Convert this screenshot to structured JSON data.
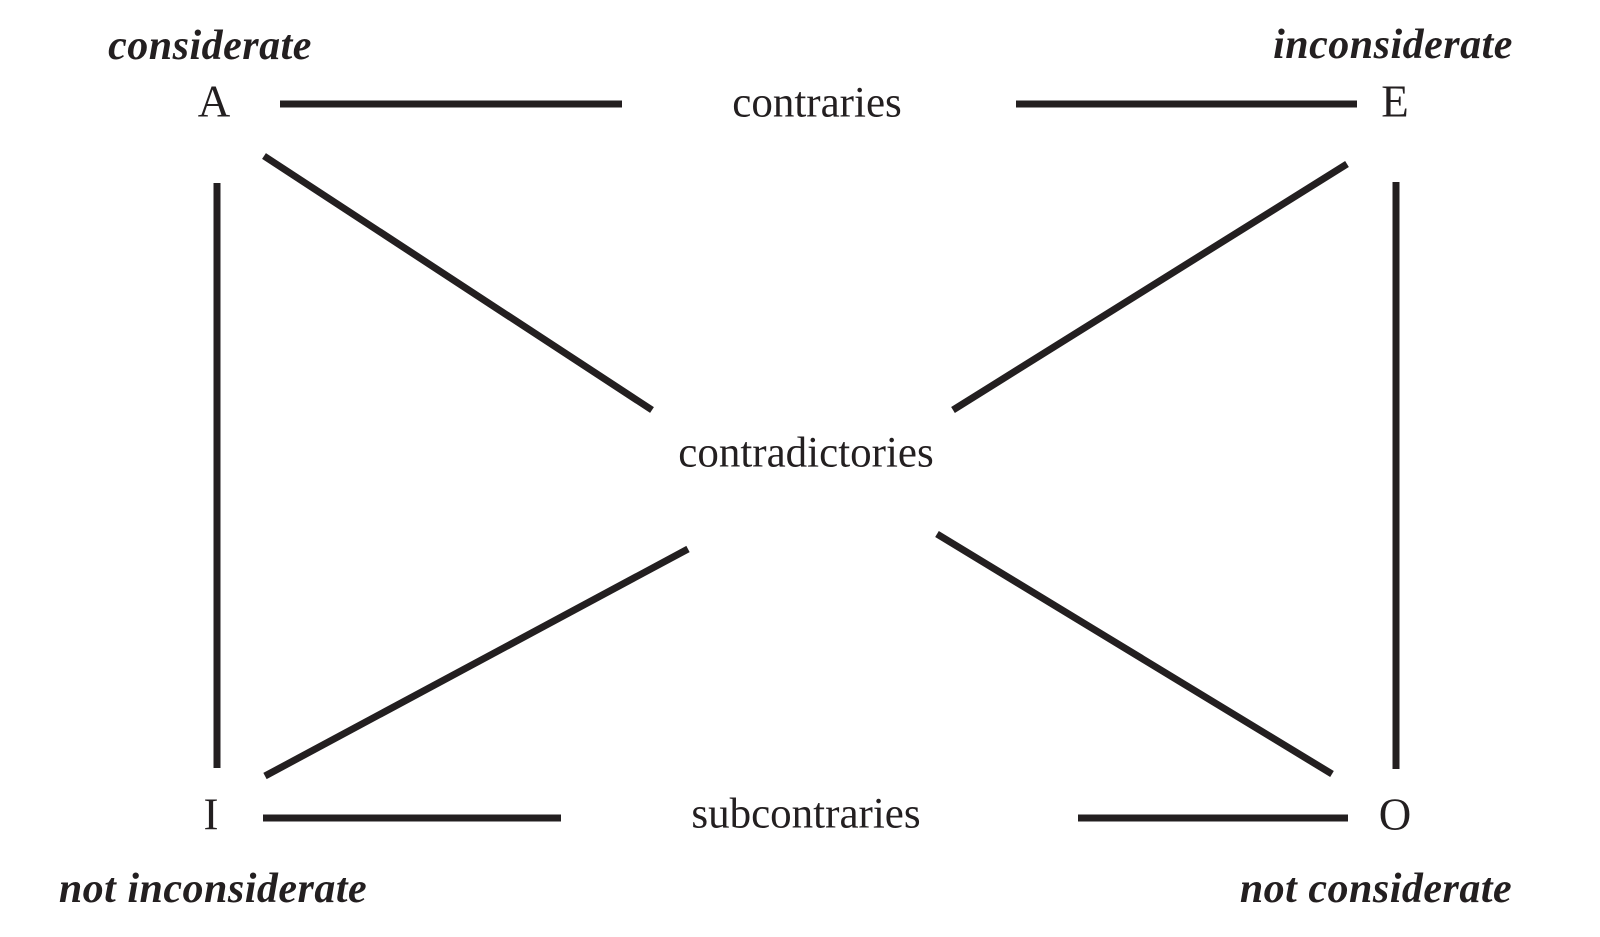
{
  "diagram": {
    "type": "square-of-opposition",
    "nodes": {
      "A": {
        "letter": "A",
        "term": "considerate"
      },
      "E": {
        "letter": "E",
        "term": "inconsiderate"
      },
      "I": {
        "letter": "I",
        "term": "not inconsiderate"
      },
      "O": {
        "letter": "O",
        "term": "not considerate"
      }
    },
    "relations": {
      "top": "contraries",
      "middle": "contradictories",
      "bottom": "subcontraries"
    },
    "colors": {
      "line": "#231f20",
      "text": "#231f20",
      "background": "#ffffff"
    }
  }
}
